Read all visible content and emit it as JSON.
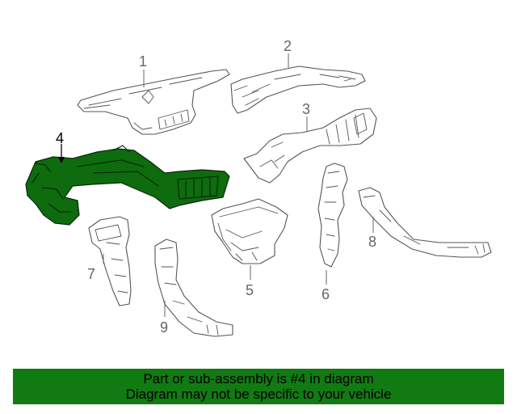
{
  "colors": {
    "highlight": "#0e6b0e",
    "banner": "#127a12",
    "line": "#555555"
  },
  "callouts": {
    "p1": "1",
    "p2": "2",
    "p3": "3",
    "p4": "4",
    "p5": "5",
    "p6": "6",
    "p7": "7",
    "p8": "8",
    "p9": "9"
  },
  "banner": {
    "line1": "Part or sub-assembly is #4 in diagram",
    "line2": "Diagram may not be specific to your vehicle"
  }
}
